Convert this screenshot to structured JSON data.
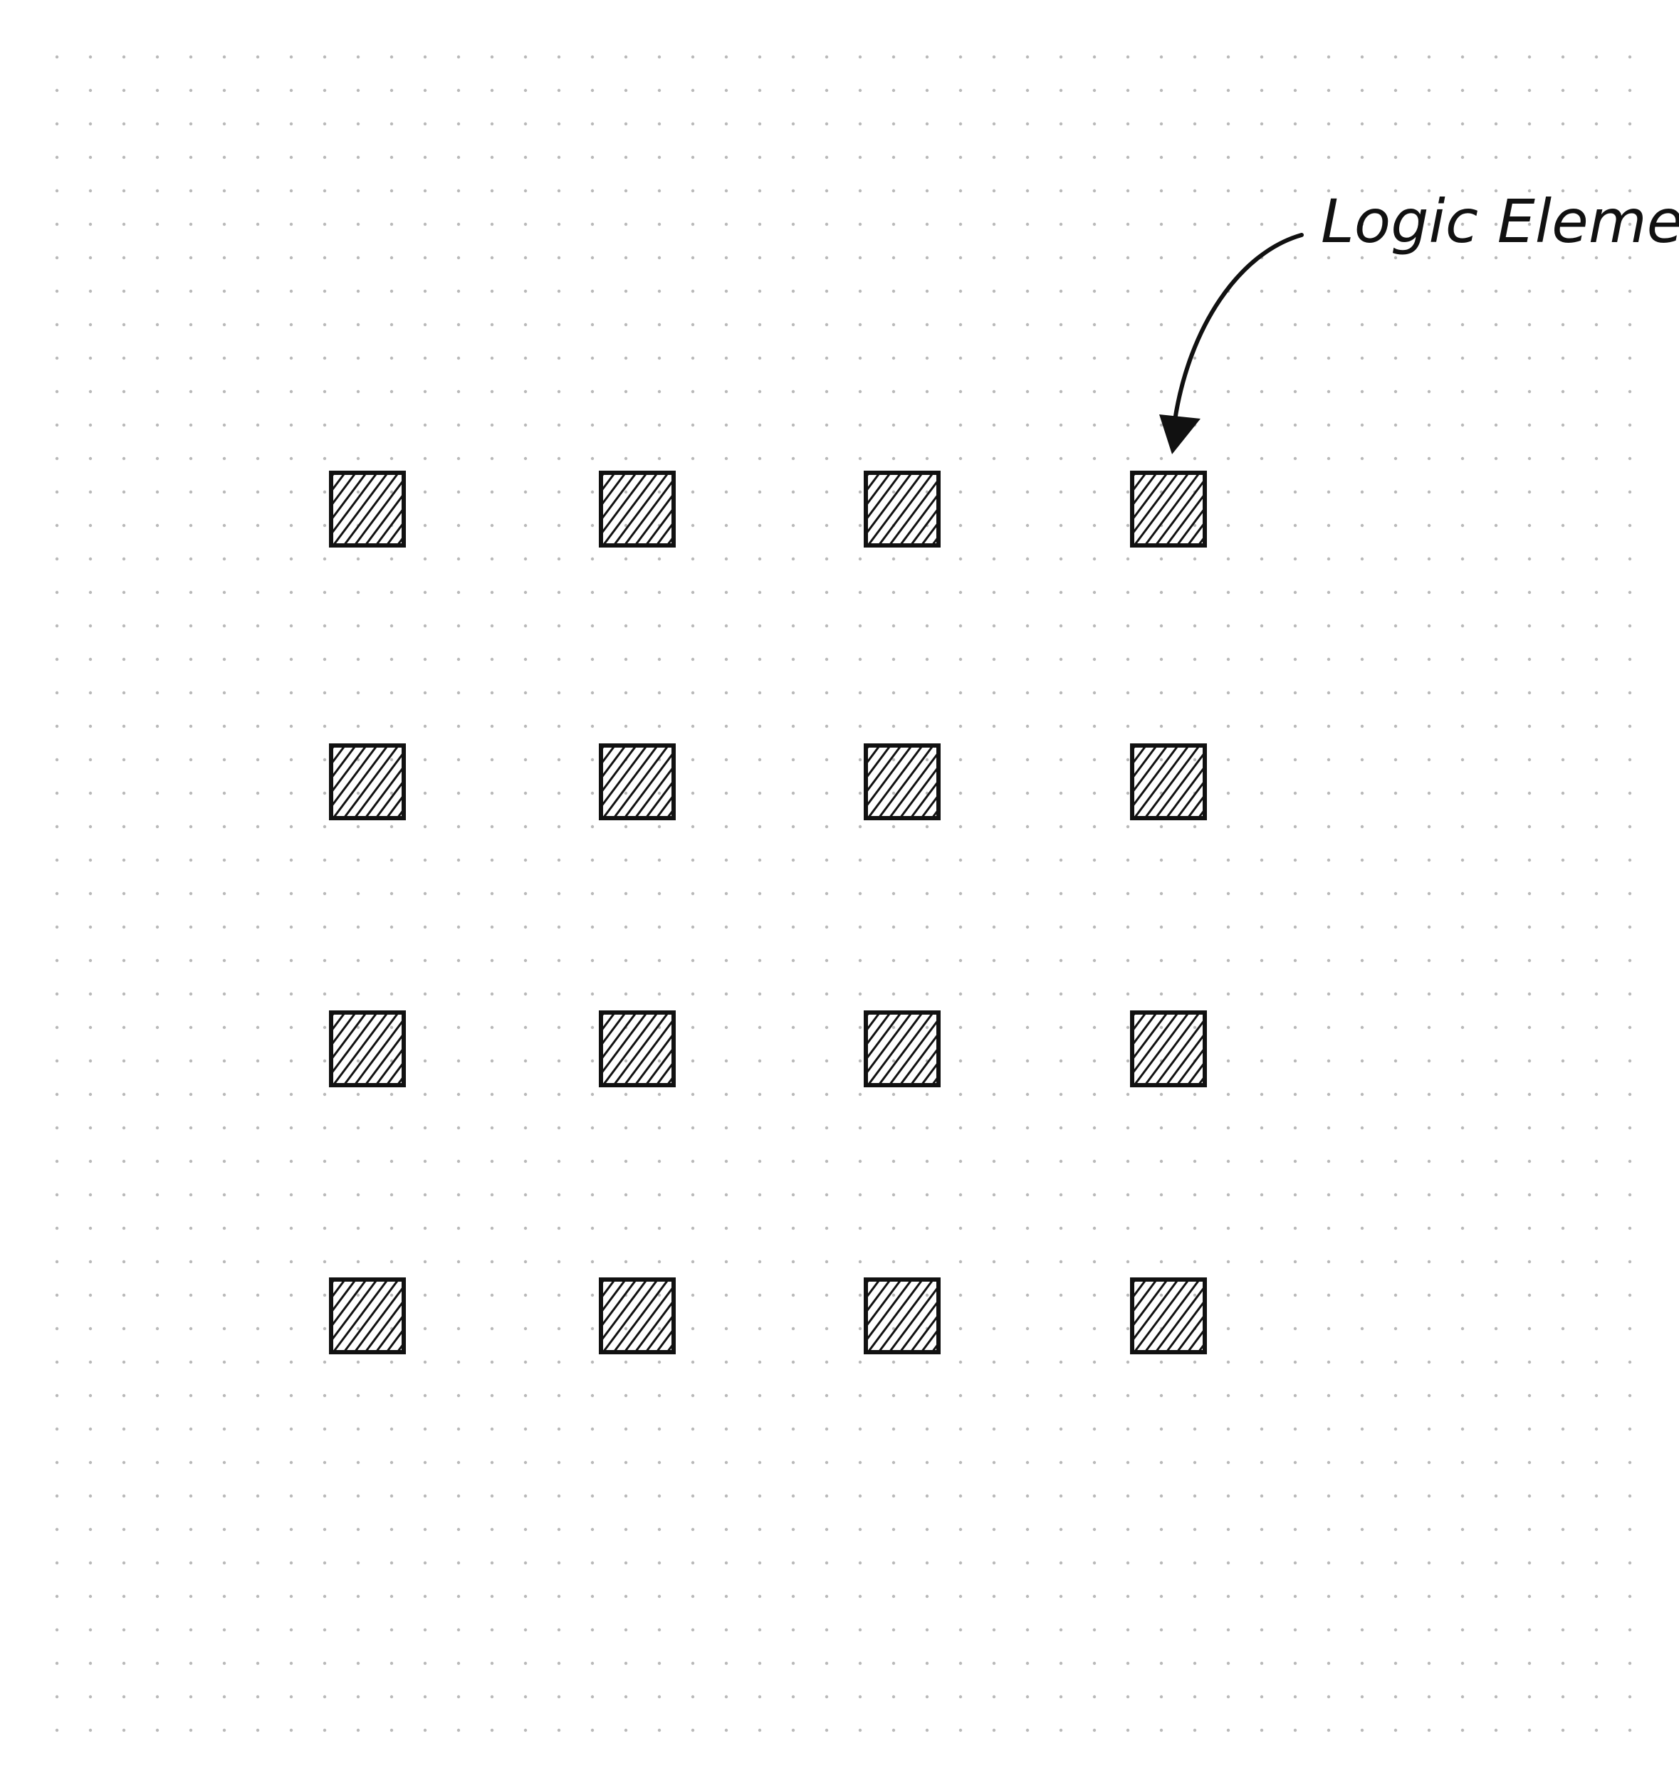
{
  "annotation": {
    "label": "Logic Element"
  },
  "grid": {
    "rows": 4,
    "cols": 4,
    "element_kind": "logic-element"
  },
  "colors": {
    "ink": "#111111",
    "dot": "#b9b9b9",
    "fill": "#7a7a7a",
    "paper": "#ffffff"
  }
}
